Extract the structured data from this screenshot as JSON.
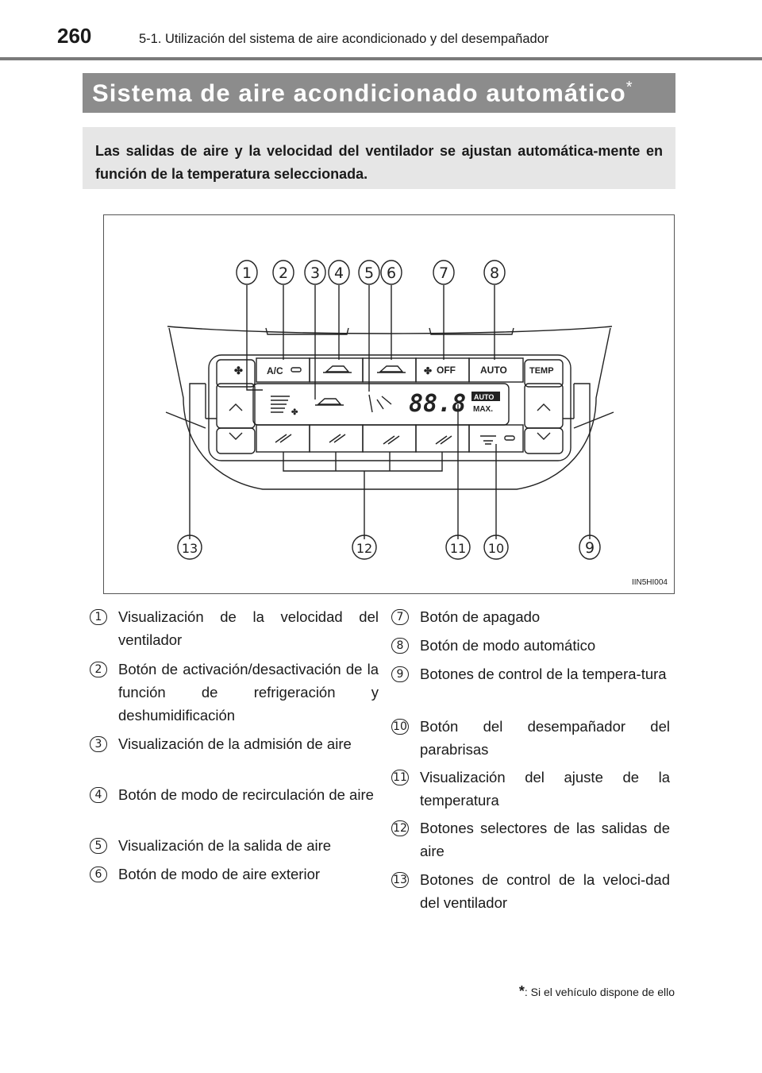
{
  "header": {
    "page_number": "260",
    "chapter": "5-1. Utilización del sistema de aire acondicionado y del desempañador"
  },
  "title": "Sistema de aire acondicionado automático",
  "title_mark": "*",
  "intro": "Las salidas de aire y la velocidad del ventilador se ajustan automática-mente en función de la temperatura seleccionada.",
  "figure": {
    "code": "IIN5HI004",
    "callouts": [
      "1",
      "2",
      "3",
      "4",
      "5",
      "6",
      "7",
      "8",
      "9",
      "10",
      "11",
      "12",
      "13"
    ],
    "panel": {
      "ac_label": "A/C",
      "off_label": "OFF",
      "auto_label": "AUTO",
      "temp_label": "TEMP",
      "display_digits": "88.8",
      "display_auto": "AUTO",
      "display_max": "MAX."
    }
  },
  "legend": {
    "left": [
      {
        "num": "1",
        "text": "Visualización de la velocidad del ventilador"
      },
      {
        "num": "2",
        "text": "Botón de activación/desactivación de la función de refrigeración y deshumidificación"
      },
      {
        "num": "3",
        "text": "Visualización de la admisión de aire"
      },
      {
        "num": "4",
        "text": "Botón de modo de recirculación de aire"
      },
      {
        "num": "5",
        "text": "Visualización de la salida de aire"
      },
      {
        "num": "6",
        "text": "Botón de modo de aire exterior"
      }
    ],
    "right": [
      {
        "num": "7",
        "text": "Botón de apagado"
      },
      {
        "num": "8",
        "text": "Botón de modo automático"
      },
      {
        "num": "9",
        "text": "Botones de control de la tempera-tura"
      },
      {
        "num": "10",
        "text": "Botón del desempañador del parabrisas"
      },
      {
        "num": "11",
        "text": "Visualización del ajuste de la temperatura"
      },
      {
        "num": "12",
        "text": "Botones selectores de las salidas de aire"
      },
      {
        "num": "13",
        "text": "Botones de control de la veloci-dad del ventilador"
      }
    ]
  },
  "footnote": {
    "mark": "*",
    "text": ": Si el vehículo dispone de ello"
  }
}
